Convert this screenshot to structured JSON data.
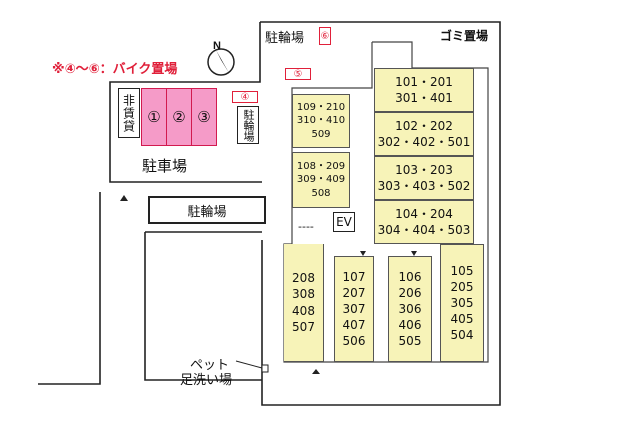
{
  "note": "※④～⑥：バイク置場",
  "areas": {
    "parking_lot": "駐車場",
    "bicycle_top": "駐輪場",
    "bicycle_side": "駐輪場",
    "bicycle_vertical": "駐輪場",
    "garbage": "ゴミ置場",
    "non_rental": "非賃貸",
    "elevator": "EV",
    "stairs": "----",
    "pet_wash_line1": "ペット",
    "pet_wash_line2": "足洗い場"
  },
  "slots": [
    "①",
    "②",
    "③"
  ],
  "bike_tags": [
    "④",
    "⑤",
    "⑥"
  ],
  "units": {
    "u101": "101・201\n301・401",
    "u102": "102・202\n302・402・501",
    "u103": "103・203\n303・403・502",
    "u104": "104・204\n304・404・503",
    "u109": "109・210\n310・410\n509",
    "u108": "108・209\n309・409\n508",
    "u208": "208\n308\n408\n507",
    "u107": "107\n207\n307\n407\n506",
    "u106": "106\n206\n306\n406\n505",
    "u105": "105\n205\n305\n405\n504"
  },
  "compass": "N",
  "colors": {
    "accent_red": "#e0203a",
    "slot_pink": "#f59bc8",
    "unit_yellow": "#f7f3b8"
  }
}
